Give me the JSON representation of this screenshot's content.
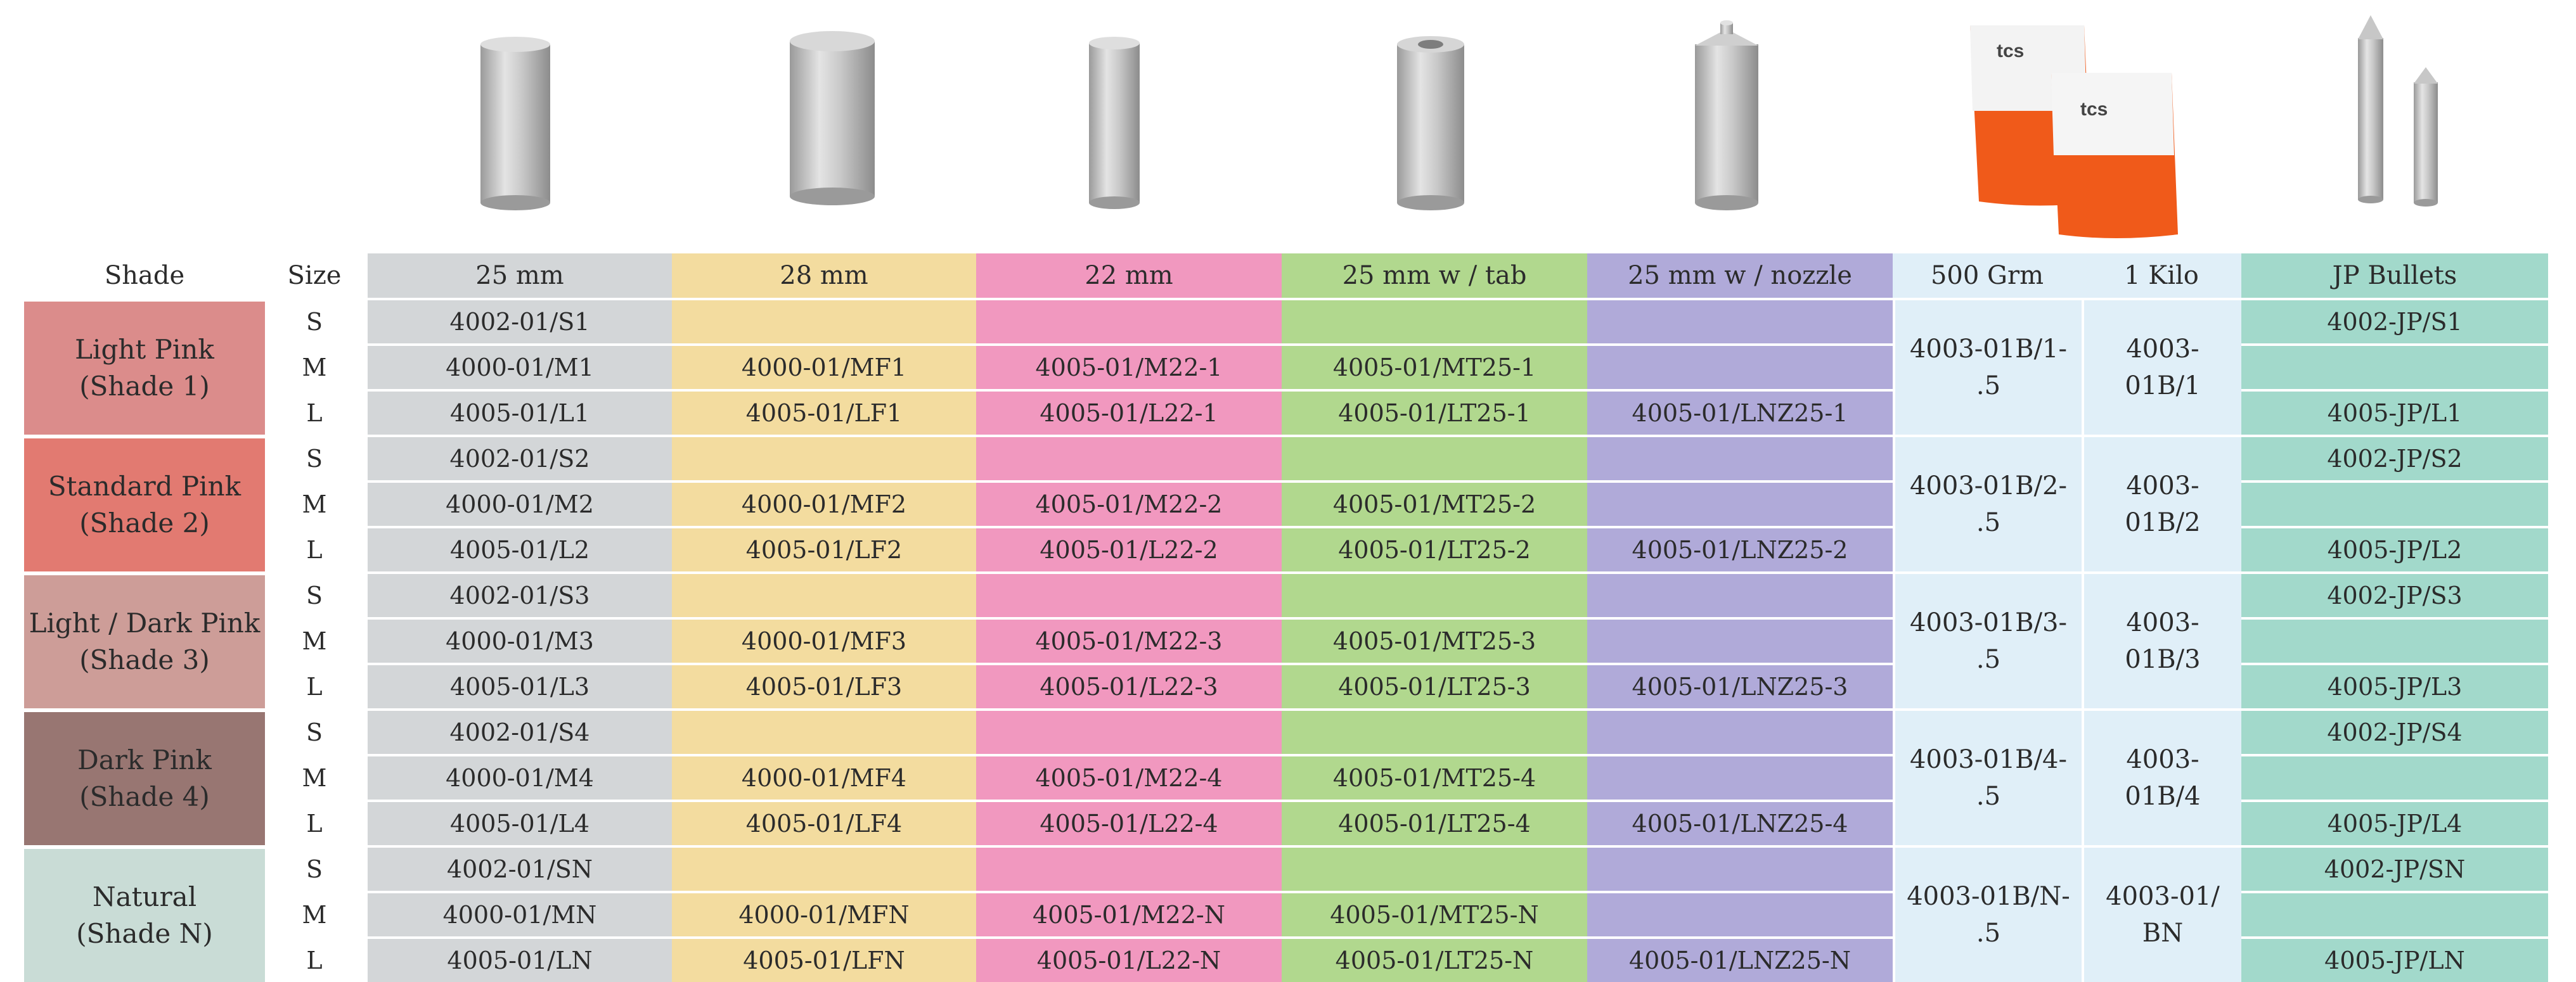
{
  "products": [
    {
      "name": "cylinder-25mm"
    },
    {
      "name": "cylinder-28mm"
    },
    {
      "name": "cylinder-22mm"
    },
    {
      "name": "cylinder-25mm-tab"
    },
    {
      "name": "cylinder-25mm-nozzle"
    },
    {
      "name": "tcs-pouches",
      "logo_text": "tcs"
    },
    {
      "name": "jp-bullets"
    }
  ],
  "headers": {
    "shade": "Shade",
    "size": "Size",
    "mm25": "25 mm",
    "mm28": "28 mm",
    "mm22": "22 mm",
    "tab": "25 mm w / tab",
    "nozzle": "25 mm w / nozzle",
    "grm": "500 Grm",
    "kilo": "1 Kilo",
    "jp": "JP Bullets"
  },
  "colors": {
    "mm25": "#d3d6d8",
    "mm28": "#f3dc9f",
    "mm22": "#f198bf",
    "tab": "#b1d88e",
    "nozzle": "#b0aad9",
    "grm": "#e0eff8",
    "kilo": "#e0eff8",
    "jp": "#a2d9cb",
    "pouch": "#f05a1a"
  },
  "shades": [
    {
      "label": "Light Pink",
      "sub": "(Shade 1)",
      "color": "#db8c8b",
      "grm": "4003-01B/1-\n.5",
      "kilo": "4003-\n01B/1",
      "rows": [
        {
          "size": "S",
          "mm25": "4002-01/S1",
          "mm28": "",
          "mm22": "",
          "tab": "",
          "nozzle": "",
          "jp": "4002-JP/S1"
        },
        {
          "size": "M",
          "mm25": "4000-01/M1",
          "mm28": "4000-01/MF1",
          "mm22": "4005-01/M22-1",
          "tab": "4005-01/MT25-1",
          "nozzle": "",
          "jp": ""
        },
        {
          "size": "L",
          "mm25": "4005-01/L1",
          "mm28": "4005-01/LF1",
          "mm22": "4005-01/L22-1",
          "tab": "4005-01/LT25-1",
          "nozzle": "4005-01/LNZ25-1",
          "jp": "4005-JP/L1"
        }
      ]
    },
    {
      "label": "Standard Pink",
      "sub": "(Shade 2)",
      "color": "#e27a71",
      "grm": "4003-01B/2-\n.5",
      "kilo": "4003-\n01B/2",
      "rows": [
        {
          "size": "S",
          "mm25": "4002-01/S2",
          "mm28": "",
          "mm22": "",
          "tab": "",
          "nozzle": "",
          "jp": "4002-JP/S2"
        },
        {
          "size": "M",
          "mm25": "4000-01/M2",
          "mm28": "4000-01/MF2",
          "mm22": "4005-01/M22-2",
          "tab": "4005-01/MT25-2",
          "nozzle": "",
          "jp": ""
        },
        {
          "size": "L",
          "mm25": "4005-01/L2",
          "mm28": "4005-01/LF2",
          "mm22": "4005-01/L22-2",
          "tab": "4005-01/LT25-2",
          "nozzle": "4005-01/LNZ25-2",
          "jp": "4005-JP/L2"
        }
      ]
    },
    {
      "label": "Light / Dark Pink",
      "sub": "(Shade 3)",
      "color": "#cd9d98",
      "grm": "4003-01B/3-\n.5",
      "kilo": "4003-\n01B/3",
      "rows": [
        {
          "size": "S",
          "mm25": "4002-01/S3",
          "mm28": "",
          "mm22": "",
          "tab": "",
          "nozzle": "",
          "jp": "4002-JP/S3"
        },
        {
          "size": "M",
          "mm25": "4000-01/M3",
          "mm28": "4000-01/MF3",
          "mm22": "4005-01/M22-3",
          "tab": "4005-01/MT25-3",
          "nozzle": "",
          "jp": ""
        },
        {
          "size": "L",
          "mm25": "4005-01/L3",
          "mm28": "4005-01/LF3",
          "mm22": "4005-01/L22-3",
          "tab": "4005-01/LT25-3",
          "nozzle": "4005-01/LNZ25-3",
          "jp": "4005-JP/L3"
        }
      ]
    },
    {
      "label": "Dark Pink",
      "sub": "(Shade 4)",
      "color": "#987672",
      "grm": "4003-01B/4-\n.5",
      "kilo": "4003-\n01B/4",
      "rows": [
        {
          "size": "S",
          "mm25": "4002-01/S4",
          "mm28": "",
          "mm22": "",
          "tab": "",
          "nozzle": "",
          "jp": "4002-JP/S4"
        },
        {
          "size": "M",
          "mm25": "4000-01/M4",
          "mm28": "4000-01/MF4",
          "mm22": "4005-01/M22-4",
          "tab": "4005-01/MT25-4",
          "nozzle": "",
          "jp": ""
        },
        {
          "size": "L",
          "mm25": "4005-01/L4",
          "mm28": "4005-01/LF4",
          "mm22": "4005-01/L22-4",
          "tab": "4005-01/LT25-4",
          "nozzle": "4005-01/LNZ25-4",
          "jp": "4005-JP/L4"
        }
      ]
    },
    {
      "label": "Natural",
      "sub": "(Shade N)",
      "color": "#c9dcd6",
      "grm": "4003-01B/N-\n.5",
      "kilo": "4003-01/\nBN",
      "rows": [
        {
          "size": "S",
          "mm25": "4002-01/SN",
          "mm28": "",
          "mm22": "",
          "tab": "",
          "nozzle": "",
          "jp": "4002-JP/SN"
        },
        {
          "size": "M",
          "mm25": "4000-01/MN",
          "mm28": "4000-01/MFN",
          "mm22": "4005-01/M22-N",
          "tab": "4005-01/MT25-N",
          "nozzle": "",
          "jp": ""
        },
        {
          "size": "L",
          "mm25": "4005-01/LN",
          "mm28": "4005-01/LFN",
          "mm22": "4005-01/L22-N",
          "tab": "4005-01/LT25-N",
          "nozzle": "4005-01/LNZ25-N",
          "jp": "4005-JP/LN"
        }
      ]
    }
  ]
}
